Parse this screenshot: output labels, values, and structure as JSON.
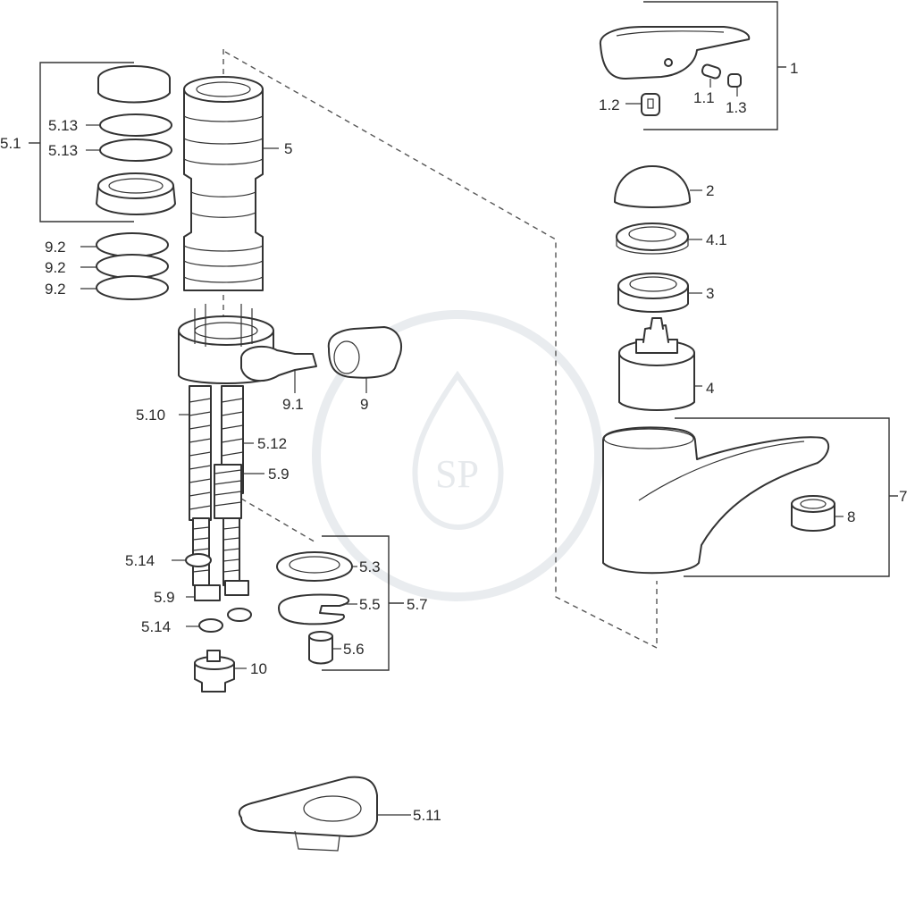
{
  "labels": {
    "l1": "1",
    "l1_1": "1.1",
    "l1_2": "1.2",
    "l1_3": "1.3",
    "l2": "2",
    "l3": "3",
    "l4": "4",
    "l4_1": "4.1",
    "l5": "5",
    "l5_1": "5.1",
    "l5_13a": "5.13",
    "l5_13b": "5.13",
    "l9_2a": "9.2",
    "l9_2b": "9.2",
    "l9_2c": "9.2",
    "l9_1": "9.1",
    "l9": "9",
    "l5_10": "5.10",
    "l5_12": "5.12",
    "l5_9a": "5.9",
    "l5_14a": "5.14",
    "l5_9b": "5.9",
    "l5_14b": "5.14",
    "l10": "10",
    "l5_3": "5.3",
    "l5_5": "5.5",
    "l5_7": "5.7",
    "l5_6": "5.6",
    "l7": "7",
    "l8": "8",
    "l5_11": "5.11"
  },
  "watermark": "SP"
}
